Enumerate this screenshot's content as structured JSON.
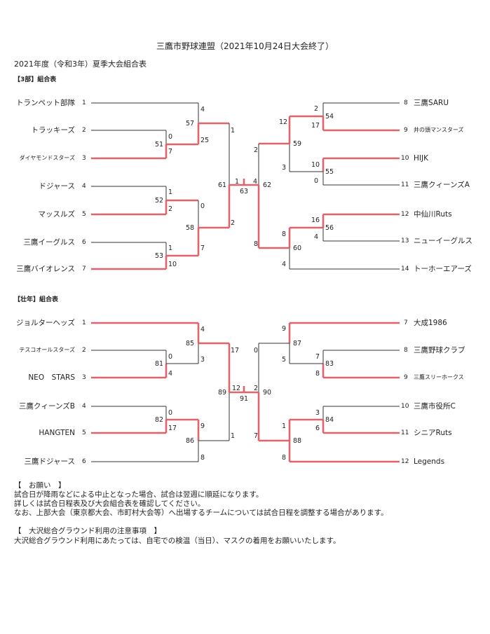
{
  "title": "三鷹市野球連盟（2021年10月24日大会終了）",
  "subtitle": "2021年度（令和3年）夏季大会組合表",
  "section3": {
    "heading": "【3部】組合表",
    "left_teams": [
      {
        "name": "トランペット部隊",
        "no": "1"
      },
      {
        "name": "トラッキーズ",
        "no": "2"
      },
      {
        "name": "ダイヤモンドスターズ",
        "no": "3"
      },
      {
        "name": "ドジャース",
        "no": "4"
      },
      {
        "name": "マッスルズ",
        "no": "5"
      },
      {
        "name": "三鷹イーグルス",
        "no": "6"
      },
      {
        "name": "三鷹バイオレンス",
        "no": "7"
      }
    ],
    "right_teams": [
      {
        "no": "8",
        "name": "三鷹SARU"
      },
      {
        "no": "9",
        "name": "井の頭マンスターズ"
      },
      {
        "no": "10",
        "name": "HIJK"
      },
      {
        "no": "11",
        "name": "三鷹クィーンズA"
      },
      {
        "no": "12",
        "name": "中仙川Ruts"
      },
      {
        "no": "13",
        "name": "ニューイーグルス"
      },
      {
        "no": "14",
        "name": "トーホーエアーズ"
      }
    ],
    "games": [
      "51",
      "52",
      "53",
      "57",
      "58",
      "61",
      "63",
      "54",
      "55",
      "56",
      "59",
      "60",
      "62"
    ],
    "scores": [
      "4",
      "0",
      "7",
      "25",
      "1",
      "2",
      "0",
      "7",
      "1",
      "1",
      "10",
      "1",
      "4",
      "2",
      "2",
      "17",
      "10",
      "0",
      "16",
      "4",
      "12",
      "3",
      "8",
      "4",
      "2",
      "8"
    ]
  },
  "section_sonen": {
    "heading": "【壮年】組合表",
    "left_teams": [
      {
        "name": "ジョルターヘッズ",
        "no": "1"
      },
      {
        "name": "テスコオールスターズ",
        "no": "2"
      },
      {
        "name": "NEO　STARS",
        "no": "3"
      },
      {
        "name": "三鷹クィーンズB",
        "no": "4"
      },
      {
        "name": "HANGTEN",
        "no": "5"
      },
      {
        "name": "三鷹ドジャース",
        "no": "6"
      }
    ],
    "right_teams": [
      {
        "no": "7",
        "name": "大成1986"
      },
      {
        "no": "8",
        "name": "三鷹野球クラブ"
      },
      {
        "no": "9",
        "name": "三鷹スリーホークス"
      },
      {
        "no": "10",
        "name": "三鷹市役所C"
      },
      {
        "no": "11",
        "name": "シニアRuts"
      },
      {
        "no": "12",
        "name": "Legends"
      }
    ],
    "games": [
      "81",
      "82",
      "85",
      "86",
      "89",
      "91",
      "83",
      "84",
      "87",
      "88",
      "90"
    ],
    "scores": [
      "4",
      "0",
      "3",
      "4",
      "17",
      "0",
      "17",
      "9",
      "8",
      "1",
      "12",
      "9",
      "7",
      "8",
      "0",
      "5",
      "3",
      "6",
      "1",
      "2",
      "8",
      "7"
    ]
  },
  "notes": {
    "request_heading": "【　お願い　】",
    "request_lines": [
      "試合日が降雨などによる中止となった場合、試合は翌週に順延になります。",
      "詳しくは試合日程表及び大会組合表を確認してください。",
      "なお、上部大会（東京都大会、市町村大会等）へ出場するチームについては試合日程を調整する場合があります。"
    ],
    "ground_heading": "【　大沢総合グラウンド利用の注意事項　】",
    "ground_line": "大沢総合グラウンド利用にあたっては、自宅での検温（当日）、マスクの着用をお願いいたします。"
  }
}
